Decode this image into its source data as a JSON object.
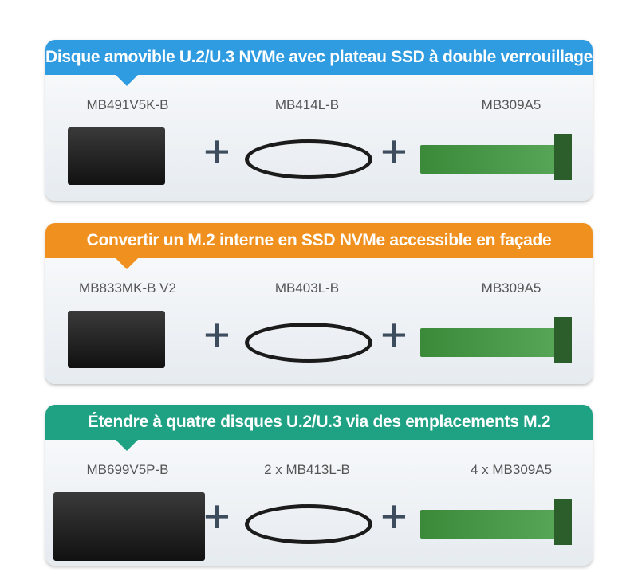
{
  "sections": [
    {
      "title": "Disque amovible U.2/U.3 NVMe avec plateau SSD à double verrouillage",
      "color": "#2f9be0",
      "items": [
        "MB491V5K-B",
        "MB414L-B",
        "MB309A5"
      ]
    },
    {
      "title": "Convertir un M.2 interne en SSD NVMe accessible en façade",
      "color": "#f0901e",
      "items": [
        "MB833MK-B V2",
        "MB403L-B",
        "MB309A5"
      ]
    },
    {
      "title": "Étendre à quatre disques U.2/U.3 via des emplacements M.2",
      "color": "#1fa184",
      "items": [
        "MB699V5P-B",
        "2 x MB413L-B",
        "4 x MB309A5"
      ]
    }
  ],
  "plus_icon": "plus-icon"
}
